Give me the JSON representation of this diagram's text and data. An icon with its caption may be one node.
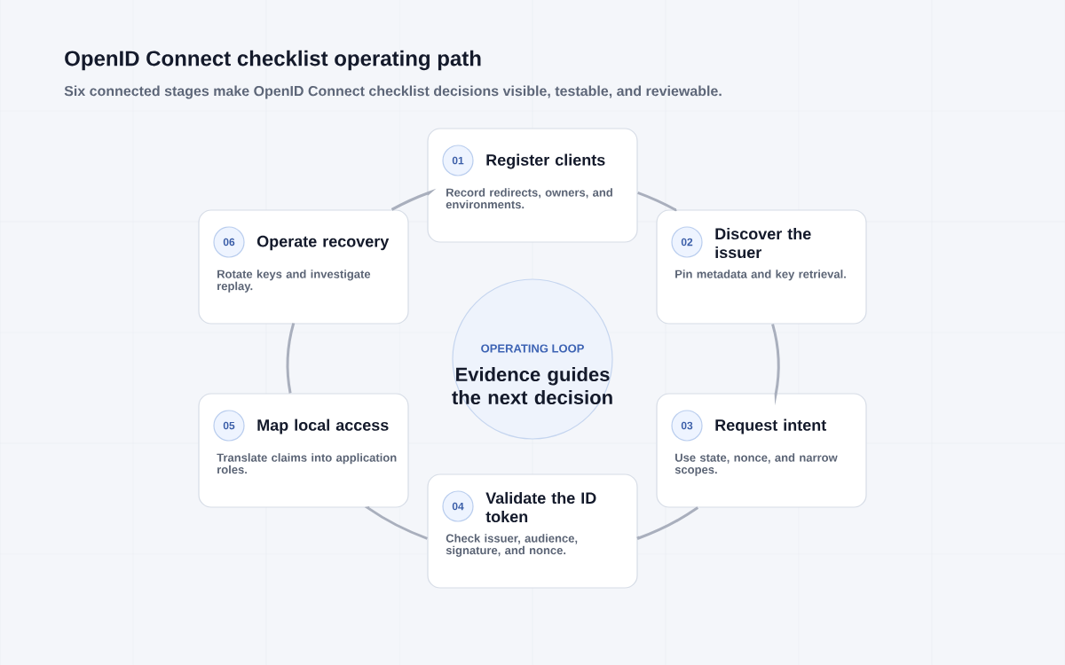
{
  "diagram": {
    "title": "OpenID Connect checklist operating path",
    "caption": "Six connected stages make OpenID Connect checklist decisions visible, testable, and reviewable.",
    "nodes": [
      {
        "text": [
          "01",
          "Register clients",
          "Record redirects, owners, and environments."
        ]
      },
      {
        "text": [
          "02",
          "Discover the issuer",
          "Pin metadata and key retrieval."
        ]
      },
      {
        "text": [
          "03",
          "Request intent",
          "Use state, nonce, and narrow scopes."
        ]
      },
      {
        "text": [
          "04",
          "Validate the ID token",
          "Check issuer, audience, signature, and nonce."
        ]
      },
      {
        "text": [
          "05",
          "Map local access",
          "Translate claims into application roles."
        ]
      },
      {
        "text": [
          "06",
          "Operate recovery",
          "Rotate keys and investigate replay."
        ]
      },
      {
        "text": [
          "OPERATING LOOP",
          "Evidence guides the next decision"
        ]
      }
    ],
    "edges": [
      {
        "from": 0,
        "to": 1,
        "arrow": "none"
      },
      {
        "from": 1,
        "to": 2,
        "arrow": "none"
      },
      {
        "from": 2,
        "to": 3,
        "arrow": "none"
      },
      {
        "from": 3,
        "to": 4,
        "arrow": "none"
      },
      {
        "from": 4,
        "to": 5,
        "arrow": "none"
      },
      {
        "from": 5,
        "to": 0,
        "arrow": "none"
      }
    ]
  }
}
